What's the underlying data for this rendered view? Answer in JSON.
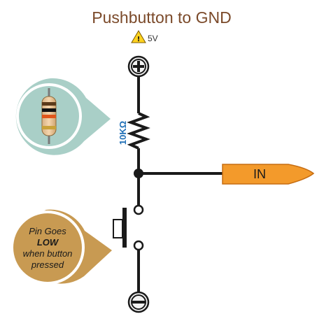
{
  "title": "Pushbutton to GND",
  "supply": {
    "label": "5V",
    "icon": "warning-icon"
  },
  "resistor": {
    "label": "10KΩ"
  },
  "output": {
    "label": "IN"
  },
  "callout": {
    "line1": "Pin Goes",
    "line2": "LOW",
    "line3": "when button",
    "line4": "pressed"
  },
  "colors": {
    "title": "#7b4a2a",
    "wire": "#1a1a1a",
    "resistor_label": "#1f6fb6",
    "in_fill": "#f39a2b",
    "in_stroke": "#c66d12",
    "callout_fill": "#c89a52",
    "resistor_circle_fill": "#a9cfc7",
    "warning_fill": "#ffd21f"
  }
}
